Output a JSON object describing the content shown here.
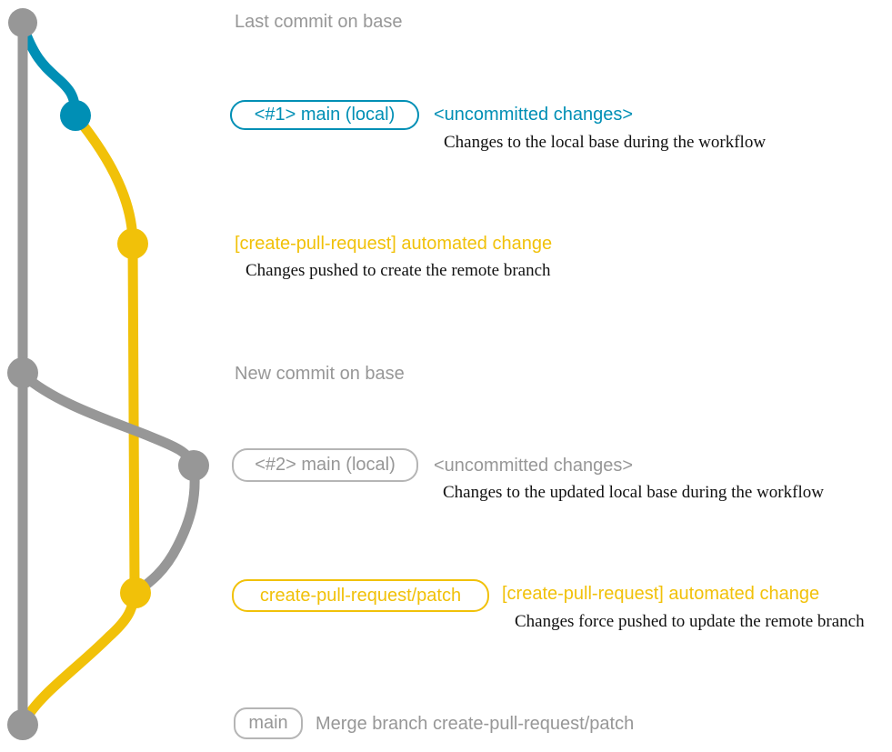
{
  "colors": {
    "base_gray": "#979797",
    "local_blue": "#008fb5",
    "patch_yellow": "#f1c109",
    "gray_box_border": "#b5b5b5",
    "description_black": "#111111"
  },
  "graph": {
    "branch_names": [
      "base",
      "main (local)",
      "create-pull-request/patch"
    ],
    "node_count": 7
  },
  "annotations": {
    "last_commit_label": "Last commit on base",
    "main1": {
      "badge": "<#1> main (local)",
      "note": "<uncommitted changes>",
      "description": "Changes to the local base during the workflow"
    },
    "auto1": {
      "title": "[create-pull-request] automated change",
      "description": "Changes pushed to create the remote branch"
    },
    "new_commit_label": "New commit on base",
    "main2": {
      "badge": "<#2> main (local)",
      "note": "<uncommitted changes>",
      "description": "Changes to the updated local base during the workflow"
    },
    "patch": {
      "badge": "create-pull-request/patch",
      "title": "[create-pull-request] automated change",
      "description": "Changes force pushed to update the remote branch"
    },
    "merge": {
      "badge": "main",
      "label": "Merge branch create-pull-request/patch"
    }
  }
}
